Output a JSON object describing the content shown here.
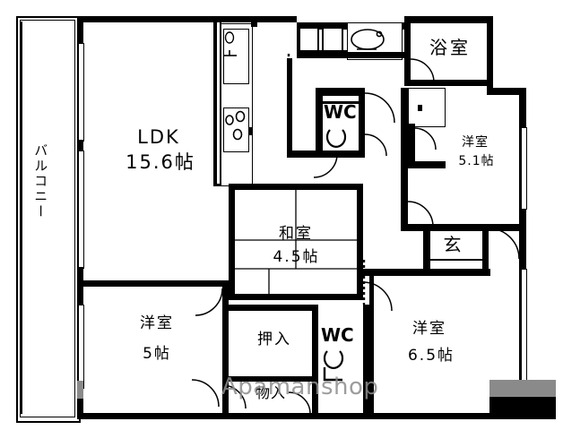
{
  "plan": {
    "title": "Apartment Floor Plan",
    "watermark": "Apamanshop",
    "unit_suffix": "帖"
  },
  "rooms": [
    {
      "id": "ldk",
      "name": "LDK",
      "area": "15.6帖",
      "label_line1": "LDK",
      "label_line2": "15.6帖"
    },
    {
      "id": "washitsu",
      "name": "和室",
      "area": "4.5帖",
      "label_line1": "和室",
      "label_line2": "4.5帖"
    },
    {
      "id": "yoshitsu5",
      "name": "洋室",
      "area": "5帖",
      "label_line1": "洋室",
      "label_line2": "5帖"
    },
    {
      "id": "yoshitsu51",
      "name": "洋室",
      "area": "5.1帖",
      "label_line1": "洋室",
      "label_line2": "5.1帖"
    },
    {
      "id": "yoshitsu65",
      "name": "洋室",
      "area": "6.5帖",
      "label_line1": "洋室",
      "label_line2": "6.5帖"
    }
  ],
  "spaces": {
    "balcony": "バルコニー",
    "bathroom": "浴室",
    "wc_upper": "WC",
    "wc_lower": "WC",
    "entrance": "玄",
    "closet_oshiire": "押入",
    "closet_monoire": "物入"
  },
  "fixtures": {
    "sink": "kitchen-sink",
    "stove": "gas-stove",
    "toilet": "toilet",
    "washbasin": "wash-basin",
    "washer": "washing-machine"
  },
  "colors": {
    "wall": "#000000",
    "floor": "#ffffff",
    "watermark": "#8d8d8d",
    "accent_grey": "#8a8a8a"
  }
}
